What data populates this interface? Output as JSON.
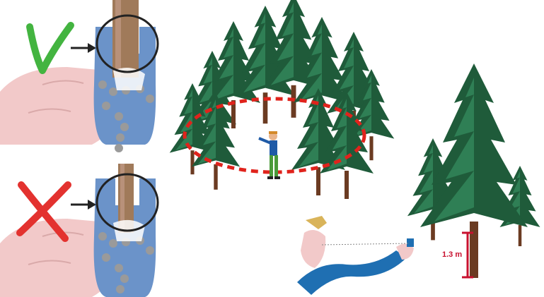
{
  "panels": {
    "correct": {
      "mark": "check-mark",
      "mark_color": "#43b440"
    },
    "incorrect": {
      "mark": "cross-mark",
      "mark_color": "#e3322f"
    }
  },
  "plot": {
    "boundary_color": "#e0231c"
  },
  "height_marker": {
    "label": "1.3 m",
    "color": "#c8102e"
  },
  "colors": {
    "tree_dark": "#1f5b3a",
    "tree_light": "#2f7f55",
    "trunk": "#6b3b22",
    "gauge_blue": "#6b93c9",
    "skin": "#f2c9c9",
    "sleeve": "#1f6fb2"
  }
}
